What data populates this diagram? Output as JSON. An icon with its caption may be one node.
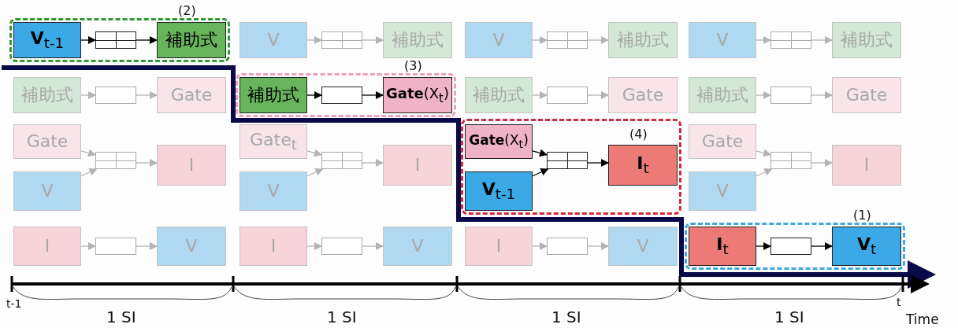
{
  "diagram": {
    "nodes": [
      {
        "text": [
          "(2)"
        ]
      },
      {
        "text": [
          "**V**$_{t-1}$"
        ],
        "in": 0
      },
      {
        "text": [],
        "shape": "box",
        "in": 0
      },
      {
        "text": [
          "補助式"
        ],
        "in": 0
      },
      {
        "text": [
          "補助式"
        ]
      },
      {
        "text": [],
        "shape": "box"
      },
      {
        "text": [
          "Gate"
        ]
      },
      {
        "text": [
          "Gate"
        ]
      },
      {
        "text": [
          "V"
        ]
      },
      {
        "text": [],
        "shape": "box"
      },
      {
        "text": [
          "I"
        ]
      },
      {
        "text": [
          "I"
        ]
      },
      {
        "text": [],
        "shape": "box"
      },
      {
        "text": [
          "V"
        ]
      },
      {
        "text": [
          "(3)"
        ]
      },
      {
        "text": [
          "V"
        ]
      },
      {
        "text": [],
        "shape": "box"
      },
      {
        "text": [
          "補助式"
        ]
      },
      {
        "text": [
          "補助式"
        ],
        "in": 14
      },
      {
        "text": [],
        "shape": "box",
        "in": 14
      },
      {
        "text": [
          "**Gate**(X$_{t}$)"
        ],
        "in": 14
      },
      {
        "text": [
          "Gate$_{t}$"
        ]
      },
      {
        "text": [
          "V"
        ]
      },
      {
        "text": [],
        "shape": "box"
      },
      {
        "text": [
          "I"
        ]
      },
      {
        "text": [
          "I"
        ]
      },
      {
        "text": [],
        "shape": "box"
      },
      {
        "text": [
          "V"
        ]
      },
      {
        "text": [
          "(4)"
        ]
      },
      {
        "text": [
          "V"
        ]
      },
      {
        "text": [],
        "shape": "box"
      },
      {
        "text": [
          "補助式"
        ]
      },
      {
        "text": [
          "補助式"
        ]
      },
      {
        "text": [],
        "shape": "box"
      },
      {
        "text": [
          "Gate"
        ]
      },
      {
        "text": [
          "**Gate**(X$_{t}$)"
        ],
        "in": 28
      },
      {
        "text": [
          "**V**$_{t-1}$"
        ],
        "in": 28
      },
      {
        "text": [],
        "shape": "box",
        "in": 28
      },
      {
        "text": [
          "**I**$_{t}$"
        ],
        "in": 28
      },
      {
        "text": [
          "I"
        ]
      },
      {
        "text": [],
        "shape": "box"
      },
      {
        "text": [
          "V"
        ]
      },
      {
        "text": [
          "(1)"
        ]
      },
      {
        "text": [
          "V"
        ]
      },
      {
        "text": [],
        "shape": "box"
      },
      {
        "text": [
          "補助式"
        ]
      },
      {
        "text": [
          "補助式"
        ]
      },
      {
        "text": [],
        "shape": "box"
      },
      {
        "text": [
          "Gate"
        ]
      },
      {
        "text": [
          "Gate"
        ]
      },
      {
        "text": [
          "V"
        ]
      },
      {
        "text": [],
        "shape": "box"
      },
      {
        "text": [
          "I"
        ]
      },
      {
        "text": [
          "**I**$_{t}$"
        ],
        "in": 42
      },
      {
        "text": [],
        "shape": "box",
        "in": 42
      },
      {
        "text": [
          "**V**$_{t}$"
        ],
        "in": 42
      }
    ],
    "edges": [
      {
        "from": 1,
        "to": 2,
        "arrow": "to",
        "color": "#000000"
      },
      {
        "from": 2,
        "to": 3,
        "arrow": "to",
        "color": "#000000"
      },
      {
        "from": 4,
        "to": 5,
        "arrow": "to"
      },
      {
        "from": 5,
        "to": 6,
        "arrow": "to"
      },
      {
        "from": 7,
        "to": 9,
        "arrow": "to"
      },
      {
        "from": 8,
        "to": 9,
        "arrow": "to"
      },
      {
        "from": 9,
        "to": 10,
        "arrow": "to"
      },
      {
        "from": 11,
        "to": 12,
        "arrow": "to"
      },
      {
        "from": 12,
        "to": 13,
        "arrow": "to"
      },
      {
        "from": 15,
        "to": 16,
        "arrow": "to"
      },
      {
        "from": 16,
        "to": 17,
        "arrow": "to"
      },
      {
        "from": 18,
        "to": 19,
        "arrow": "to",
        "color": "#000000"
      },
      {
        "from": 19,
        "to": 20,
        "arrow": "to",
        "color": "#000000"
      },
      {
        "from": 21,
        "to": 23,
        "arrow": "to"
      },
      {
        "from": 22,
        "to": 23,
        "arrow": "to"
      },
      {
        "from": 23,
        "to": 24,
        "arrow": "to"
      },
      {
        "from": 25,
        "to": 26,
        "arrow": "to"
      },
      {
        "from": 26,
        "to": 27,
        "arrow": "to"
      },
      {
        "from": 29,
        "to": 30,
        "arrow": "to"
      },
      {
        "from": 30,
        "to": 31,
        "arrow": "to"
      },
      {
        "from": 32,
        "to": 33,
        "arrow": "to"
      },
      {
        "from": 33,
        "to": 34,
        "arrow": "to"
      },
      {
        "from": 35,
        "to": 37,
        "arrow": "to",
        "color": "#000000"
      },
      {
        "from": 36,
        "to": 37,
        "arrow": "to",
        "color": "#000000"
      },
      {
        "from": 37,
        "to": 38,
        "arrow": "to",
        "color": "#000000"
      },
      {
        "from": 39,
        "to": 40,
        "arrow": "to"
      },
      {
        "from": 40,
        "to": 41,
        "arrow": "to"
      },
      {
        "from": 43,
        "to": 44,
        "arrow": "to"
      },
      {
        "from": 44,
        "to": 45,
        "arrow": "to"
      },
      {
        "from": 46,
        "to": 47,
        "arrow": "to"
      },
      {
        "from": 47,
        "to": 48,
        "arrow": "to"
      },
      {
        "from": 49,
        "to": 51,
        "arrow": "to"
      },
      {
        "from": 50,
        "to": 51,
        "arrow": "to"
      },
      {
        "from": 51,
        "to": 52,
        "arrow": "to"
      },
      {
        "from": 53,
        "to": 54,
        "arrow": "to",
        "color": "#000000"
      },
      {
        "from": 54,
        "to": 55,
        "arrow": "to",
        "color": "#000000"
      }
    ],
    "labels": [
      "t-1",
      "t",
      "1 SI",
      "1 SI",
      "1 SI",
      "1 SI",
      "Time"
    ]
  }
}
